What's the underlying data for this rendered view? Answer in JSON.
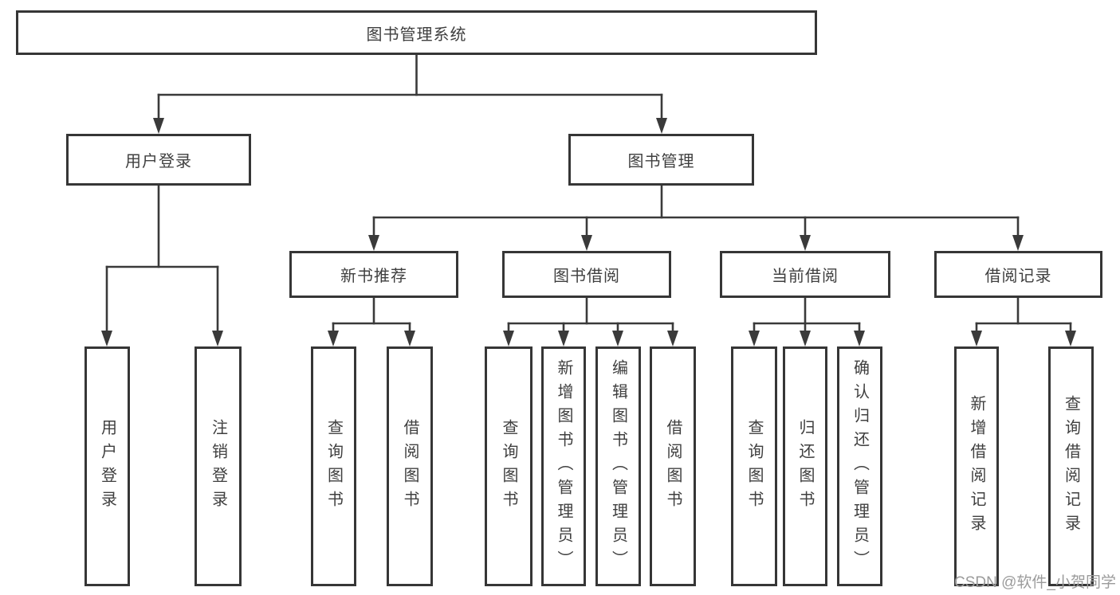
{
  "tree": {
    "label": "图书管理系统",
    "children": [
      {
        "label": "用户登录",
        "children": [
          {
            "label": "用户登录"
          },
          {
            "label": "注销登录"
          }
        ]
      },
      {
        "label": "图书管理",
        "children": [
          {
            "label": "新书推荐",
            "children": [
              {
                "label": "查询图书"
              },
              {
                "label": "借阅图书"
              }
            ]
          },
          {
            "label": "图书借阅",
            "children": [
              {
                "label": "查询图书"
              },
              {
                "label": "新增图书（管理员）"
              },
              {
                "label": "编辑图书（管理员）"
              },
              {
                "label": "借阅图书"
              }
            ]
          },
          {
            "label": "当前借阅",
            "children": [
              {
                "label": "查询图书"
              },
              {
                "label": "归还图书"
              },
              {
                "label": "确认归还（管理员）"
              }
            ]
          },
          {
            "label": "借阅记录",
            "children": [
              {
                "label": "新增借阅记录"
              },
              {
                "label": "查询借阅记录"
              }
            ]
          }
        ]
      }
    ]
  },
  "watermark": {
    "text": "CSDN @软件_小贺同学"
  },
  "colors": {
    "line": "#3a3a3a",
    "box_border": "#363636",
    "text": "#3f3f3f",
    "watermark": "#9b9b9b",
    "background": "#ffffff"
  }
}
